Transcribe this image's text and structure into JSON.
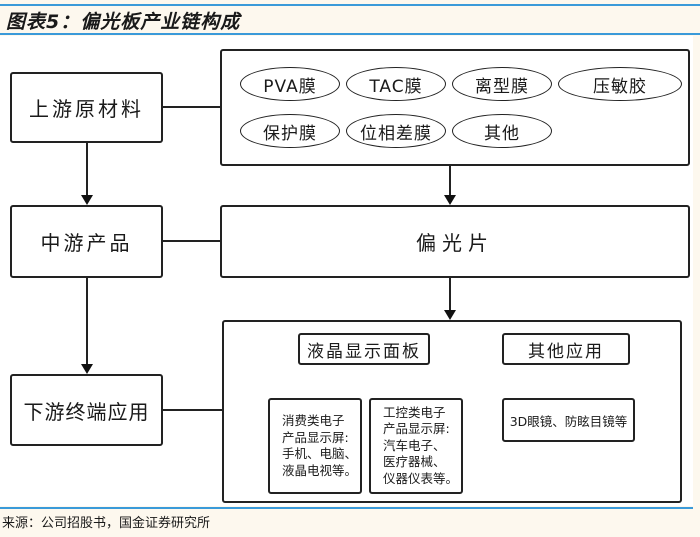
{
  "title": "图表5：偏光板产业链构成",
  "stages": {
    "upstream": "上游原材料",
    "midstream": "中游产品",
    "downstream": "下游终端应用"
  },
  "materials": [
    "PVA膜",
    "TAC膜",
    "离型膜",
    "压敏胶",
    "保护膜",
    "位相差膜",
    "其他"
  ],
  "product": "偏光片",
  "applications": {
    "lcd": {
      "label": "液晶显示面板",
      "children": [
        "消费类电子\n产品显示屏:\n手机、电脑、\n液晶电视等。",
        "工控类电子\n产品显示屏:\n汽车电子、\n医疗器械、\n仪器仪表等。"
      ]
    },
    "other": {
      "label": "其他应用",
      "children": [
        "3D眼镜、防眩目镜等"
      ]
    }
  },
  "source": "来源：公司招股书，国金证券研究所"
}
